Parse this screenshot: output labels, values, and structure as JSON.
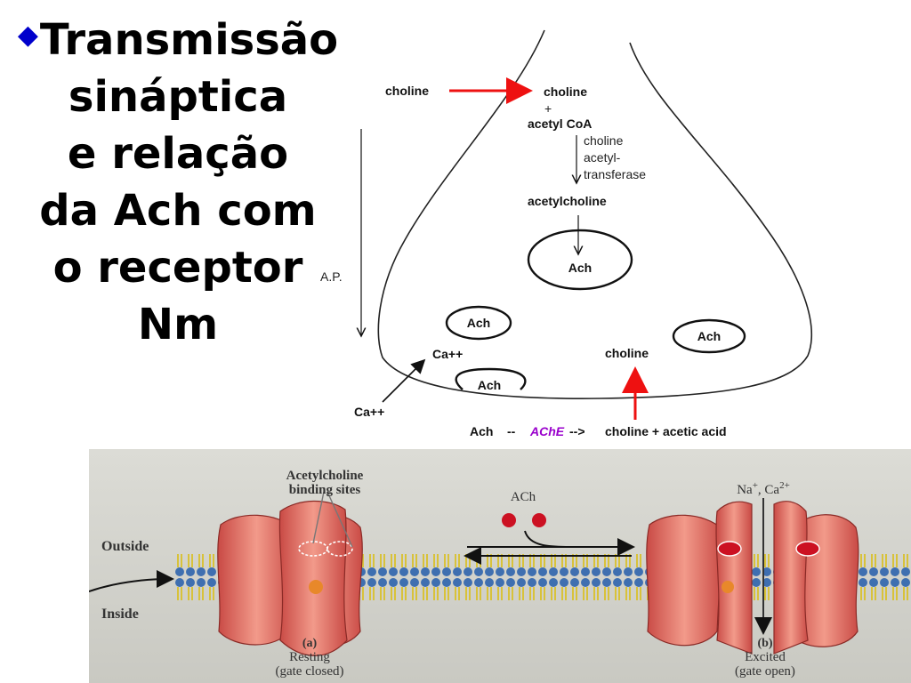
{
  "title": {
    "bullet": "◆",
    "lines": [
      "Transmissão",
      "sináptica",
      "e relação",
      "da Ach com",
      "o receptor",
      "Nm"
    ],
    "bullet_color": "#0000cc"
  },
  "synapse": {
    "choline_in": "choline",
    "choline_target": "choline",
    "plus": "+",
    "acetyl_coa": "acetyl CoA",
    "enzyme": [
      "choline",
      "acetyl-",
      "transferase"
    ],
    "acetylcholine": "acetylcholine",
    "vesicle_1": "Ach",
    "vesicle_2": "Ach",
    "vesicle_3": "Ach",
    "vesicle_4": "Ach",
    "ap": "A.P.",
    "ca_inside": "Ca++",
    "ca_outside": "Ca++",
    "choline_reuptake": "choline",
    "hydrolysis": {
      "ach": "Ach",
      "dash1": "--",
      "enzyme": "AChE",
      "dash2": "-->",
      "products": "choline + acetic acid"
    },
    "arrow_color": "#ee1111",
    "enzyme_color": "#9900cc"
  },
  "channel": {
    "binding_sites": [
      "Acetylcholine",
      "binding sites"
    ],
    "ach": "ACh",
    "outside": "Outside",
    "inside": "Inside",
    "ions": "Na",
    "ions_sup1": "+",
    "ions_mid": ", Ca",
    "ions_sup2": "2+",
    "resting": [
      "(a)",
      "Resting",
      "(gate closed)"
    ],
    "excited": [
      "(b)",
      "Excited",
      "(gate open)"
    ]
  }
}
